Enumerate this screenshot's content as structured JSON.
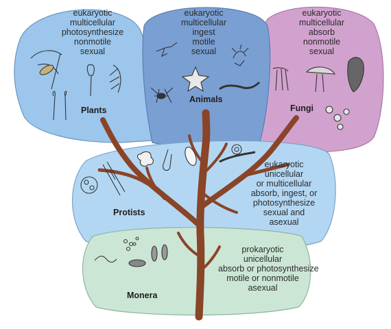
{
  "kingdoms": {
    "plants": {
      "name": "Plants",
      "traits": [
        "eukaryotic",
        "multicellular",
        "photosynthesize",
        "nonmotile",
        "sexual"
      ],
      "color": "#9cc6ec"
    },
    "animals": {
      "name": "Animals",
      "traits": [
        "eukaryotic",
        "multicellular",
        "ingest",
        "motile",
        "sexual"
      ],
      "color": "#7a9fd3"
    },
    "fungi": {
      "name": "Fungi",
      "traits": [
        "eukaryotic",
        "multicellular",
        "absorb",
        "nonmotile",
        "sexual"
      ],
      "color": "#d2a2cf"
    },
    "protists": {
      "name": "Protists",
      "traits": [
        "eukaryotic",
        "unicellular",
        "or multicellular",
        "absorb, ingest, or",
        "photosynthesize",
        "sexual and",
        "asexual"
      ],
      "color": "#b3d7f3"
    },
    "monera": {
      "name": "Monera",
      "traits": [
        "prokaryotic",
        "unicellular",
        "absorb or photosynthesize",
        "motile or nonmotile",
        "asexual"
      ],
      "color": "#cce6d6"
    }
  },
  "trunk_color": "#8a4428"
}
